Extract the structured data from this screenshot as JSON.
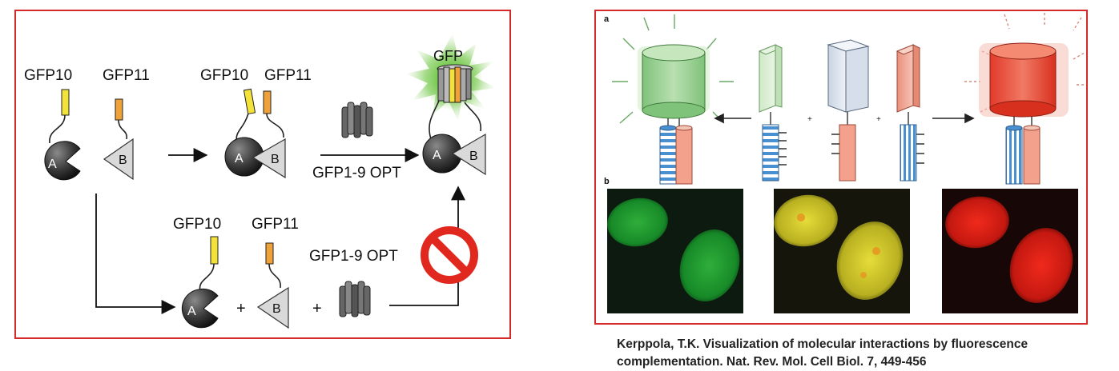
{
  "left": {
    "gfp10": "GFP10",
    "gfp11": "GFP11",
    "gfp": "GFP",
    "opt": "GFP1-9 OPT",
    "a": "A",
    "b": "B",
    "plus": "+"
  },
  "right": {
    "label_a": "a",
    "label_b": "b",
    "plus": "+"
  },
  "citation": {
    "line1": "Kerppola, T.K. Visualization of molecular interactions by fluorescence",
    "line2": "complementation. Nat. Rev. Mol. Cell Biol. 7, 449-456"
  },
  "colors": {
    "frame": "#d62a2a",
    "gfp10_yellow": "#f2e23a",
    "gfp11_orange": "#f0a23a",
    "glow_green": "#5fbf3c",
    "prohibited_red": "#e0281e",
    "cyl_green": "#9fd39a",
    "cyl_red": "#e94a3a",
    "cyl_blue": "#4a8fd0"
  }
}
